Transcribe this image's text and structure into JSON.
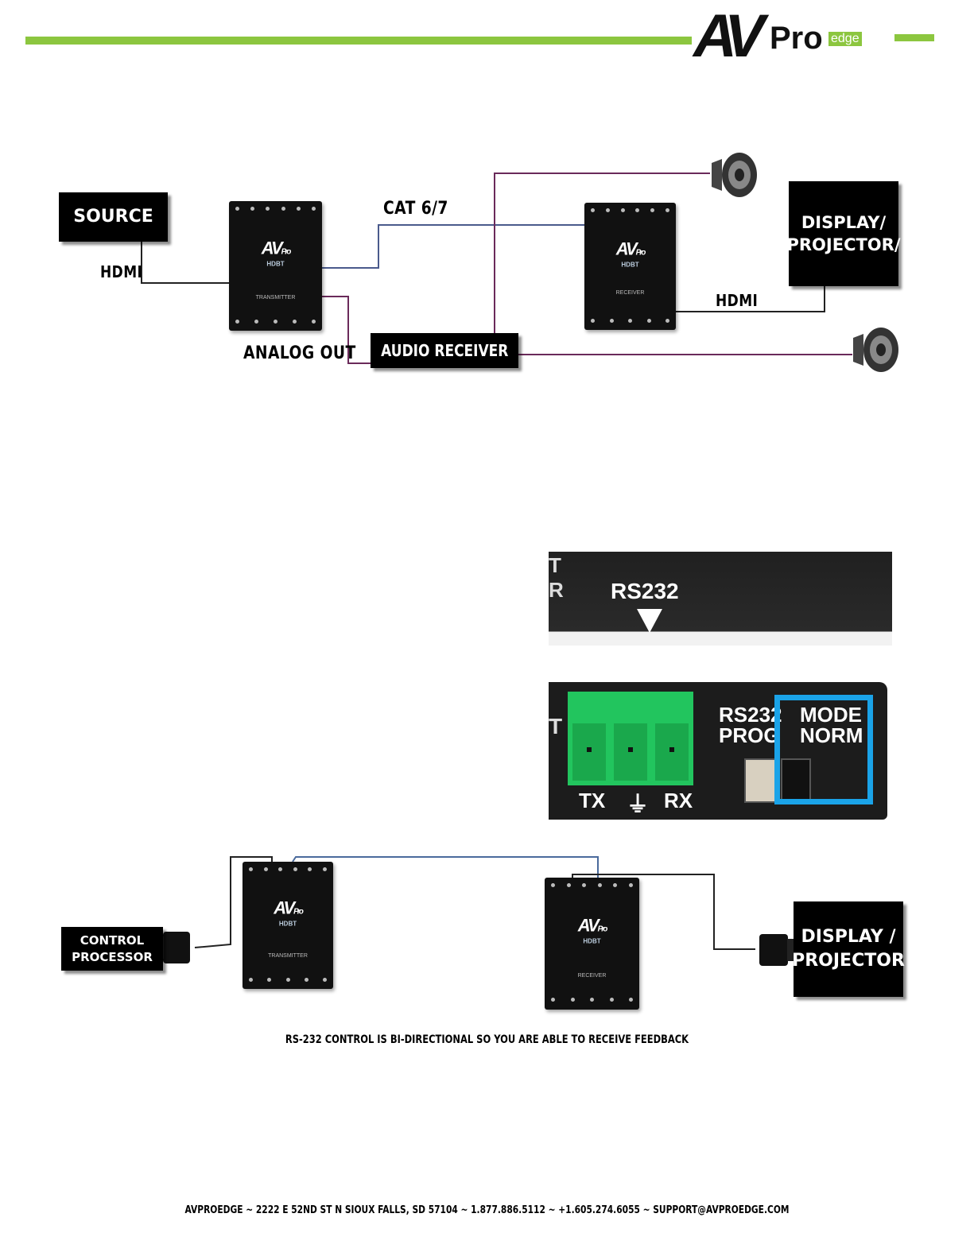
{
  "brand": {
    "logo_av": "AV",
    "logo_pro": "Pro",
    "logo_edge": "edge",
    "accent_color": "#8cc63f"
  },
  "diagram_top": {
    "source_label": "SOURCE",
    "hdmi_in_label": "HDMI",
    "cat_label": "CAT 6/7",
    "analog_label": "ANALOG OUT",
    "audio_receiver_label": "AUDIO RECEIVER",
    "display_label_line1": "DISPLAY/",
    "display_label_line2": "PROJECTOR/",
    "hdmi_out_label": "HDMI",
    "transmitter_caption": "TRANSMITTER",
    "receiver_caption": "RECEIVER"
  },
  "photos": {
    "rs232_label": "RS232",
    "tx_label": "TX",
    "ground_symbol": "⏚",
    "rx_label": "RX",
    "rs232_prog_line1": "RS232",
    "rs232_prog_line2": "PROG",
    "mode_line1": "MODE",
    "mode_line2": "NORM",
    "highlight_color": "#1aa3e8",
    "terminal_color": "#22c55e"
  },
  "diagram_bottom": {
    "control_line1": "CONTROL",
    "control_line2": "PROCESSOR",
    "display_line1": "DISPLAY /",
    "display_line2": "PROJECTOR",
    "transmitter_caption": "TRANSMITTER",
    "receiver_caption": "RECEIVER"
  },
  "caption": "RS-232 CONTROL IS BI-DIRECTIONAL SO YOU ARE ABLE TO RECEIVE FEEDBACK",
  "footer": "AVPROEDGE ~ 2222 E 52ND ST N SIOUX FALLS, SD 57104 ~ 1.877.886.5112 ~ +1.605.274.6055 ~ SUPPORT@AVPROEDGE.COM"
}
